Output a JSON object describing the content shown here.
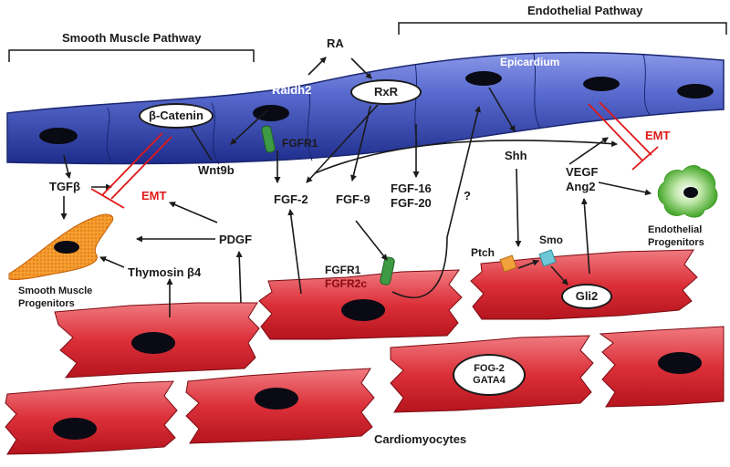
{
  "pathways": {
    "smooth_muscle": "Smooth Muscle Pathway",
    "endothelial": "Endothelial Pathway"
  },
  "epicardium": {
    "label": "Epicardium",
    "raldh2": "Raldh2",
    "rxr": "RxR",
    "beta_catenin": "β-Catenin",
    "fgfr1": "FGFR1"
  },
  "signals": {
    "ra": "RA",
    "tgfb": "TGFβ",
    "wnt9b": "Wnt9b",
    "fgf2": "FGF-2",
    "fgf9": "FGF-9",
    "fgf16": "FGF-16",
    "fgf20": "FGF-20",
    "question": "?",
    "shh": "Shh",
    "vegf": "VEGF",
    "ang2": "Ang2",
    "pdgf": "PDGF",
    "thymosin": "Thymosin β4",
    "emt_left": "EMT",
    "emt_right": "EMT"
  },
  "receptors": {
    "fgfr1": "FGFR1",
    "fgfr2c": "FGFR2c",
    "ptch": "Ptch",
    "smo": "Smo",
    "gli2": "Gli2"
  },
  "cells": {
    "smooth_muscle_line1": "Smooth Muscle",
    "smooth_muscle_line2": "Progenitors",
    "endothelial_line1": "Endothelial",
    "endothelial_line2": "Progenitors",
    "cardiomyocytes": "Cardiomyocytes",
    "fog2": "FOG-2",
    "gata4": "GATA4"
  },
  "colors": {
    "epicardium": "#3d4fb8",
    "cardiomyocyte": "#d4232e",
    "smooth_muscle": "#f28a1e",
    "endothelial": "#5fbf3c",
    "emt": "#e01818"
  }
}
